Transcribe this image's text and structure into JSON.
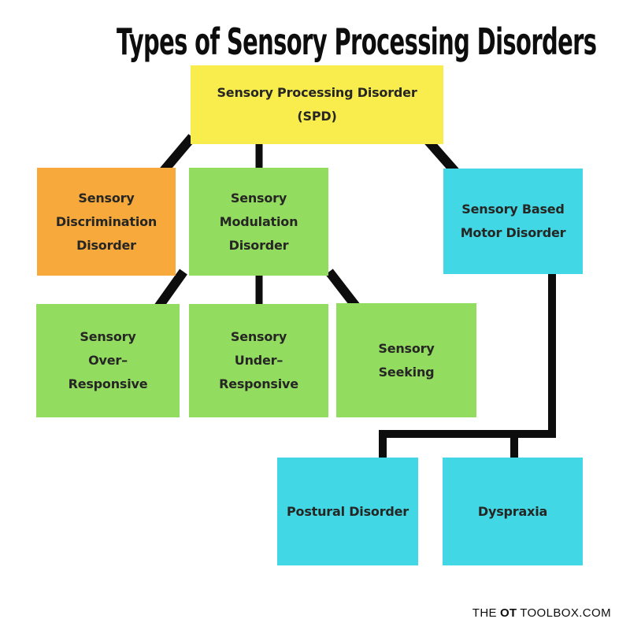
{
  "title": "Types of Sensory Processing Disorders",
  "colors": {
    "background": "#FFFFFF",
    "yellow": "#F9ED4D",
    "orange": "#F7A93C",
    "green": "#92DC60",
    "cyan": "#41D7E4",
    "line": "#0D0D0D",
    "text": "#262624"
  },
  "nodes": {
    "spd": {
      "color": "yellow",
      "lines": [
        "Sensory Processing Disorder",
        "(SPD)"
      ]
    },
    "discrimination": {
      "color": "orange",
      "lines": [
        "Sensory",
        "Discrimination",
        "Disorder"
      ]
    },
    "modulation": {
      "color": "green",
      "lines": [
        "Sensory",
        "Modulation",
        "Disorder"
      ]
    },
    "motor": {
      "color": "cyan",
      "lines": [
        "Sensory Based",
        "Motor Disorder"
      ]
    },
    "over_responsive": {
      "color": "green",
      "lines": [
        "Sensory",
        "Over–",
        "Responsive"
      ]
    },
    "under_responsive": {
      "color": "green",
      "lines": [
        "Sensory",
        "Under–",
        "Responsive"
      ]
    },
    "seeking": {
      "color": "green",
      "lines": [
        "Sensory",
        "Seeking"
      ]
    },
    "postural": {
      "color": "cyan",
      "lines": [
        "Postural Disorder"
      ]
    },
    "dyspraxia": {
      "color": "cyan",
      "lines": [
        "Dyspraxia"
      ]
    }
  },
  "footer": {
    "prefix": "THE",
    "brand": "OT",
    "suffix": "TOOLBOX.COM"
  }
}
